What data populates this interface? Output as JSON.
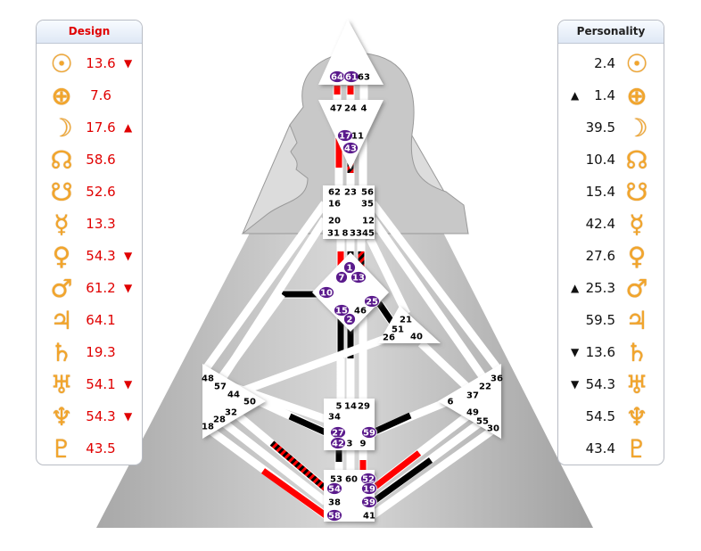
{
  "design": {
    "title": "Design",
    "rows": [
      {
        "planet": "sun",
        "glyph": "☉",
        "value": "13.6",
        "arrow": "▼"
      },
      {
        "planet": "earth",
        "glyph": "⊕",
        "value": "7.6",
        "arrow": ""
      },
      {
        "planet": "moon",
        "glyph": "☽",
        "value": "17.6",
        "arrow": "▲"
      },
      {
        "planet": "north-node",
        "glyph": "☊",
        "value": "58.6",
        "arrow": ""
      },
      {
        "planet": "south-node",
        "glyph": "☋",
        "value": "52.6",
        "arrow": ""
      },
      {
        "planet": "mercury",
        "glyph": "☿",
        "value": "13.3",
        "arrow": ""
      },
      {
        "planet": "venus",
        "glyph": "♀",
        "value": "54.3",
        "arrow": "▼"
      },
      {
        "planet": "mars",
        "glyph": "♂",
        "value": "61.2",
        "arrow": "▼"
      },
      {
        "planet": "jupiter",
        "glyph": "♃",
        "value": "64.1",
        "arrow": ""
      },
      {
        "planet": "saturn",
        "glyph": "♄",
        "value": "19.3",
        "arrow": ""
      },
      {
        "planet": "uranus",
        "glyph": "♅",
        "value": "54.1",
        "arrow": "▼"
      },
      {
        "planet": "neptune",
        "glyph": "♆",
        "value": "54.3",
        "arrow": "▼"
      },
      {
        "planet": "pluto",
        "glyph": "♇",
        "value": "43.5",
        "arrow": ""
      }
    ]
  },
  "personality": {
    "title": "Personality",
    "rows": [
      {
        "planet": "sun",
        "glyph": "☉",
        "value": "2.4",
        "arrow": ""
      },
      {
        "planet": "earth",
        "glyph": "⊕",
        "value": "1.4",
        "arrow": "▲"
      },
      {
        "planet": "moon",
        "glyph": "☽",
        "value": "39.5",
        "arrow": ""
      },
      {
        "planet": "north-node",
        "glyph": "☊",
        "value": "10.4",
        "arrow": ""
      },
      {
        "planet": "south-node",
        "glyph": "☋",
        "value": "15.4",
        "arrow": ""
      },
      {
        "planet": "mercury",
        "glyph": "☿",
        "value": "42.4",
        "arrow": ""
      },
      {
        "planet": "venus",
        "glyph": "♀",
        "value": "27.6",
        "arrow": ""
      },
      {
        "planet": "mars",
        "glyph": "♂",
        "value": "25.3",
        "arrow": "▲"
      },
      {
        "planet": "jupiter",
        "glyph": "♃",
        "value": "59.5",
        "arrow": ""
      },
      {
        "planet": "saturn",
        "glyph": "♄",
        "value": "13.6",
        "arrow": "▼"
      },
      {
        "planet": "uranus",
        "glyph": "♅",
        "value": "54.3",
        "arrow": "▼"
      },
      {
        "planet": "neptune",
        "glyph": "♆",
        "value": "54.5",
        "arrow": ""
      },
      {
        "planet": "pluto",
        "glyph": "♇",
        "value": "43.4",
        "arrow": ""
      }
    ]
  },
  "colors": {
    "design": "#ff0000",
    "personality": "#000000",
    "gate_active": "#5a1a8c",
    "center_fill": "#ffffff"
  },
  "gates": [
    {
      "n": "64",
      "active": true
    },
    {
      "n": "61",
      "active": true
    },
    {
      "n": "63",
      "active": false
    },
    {
      "n": "47",
      "active": false
    },
    {
      "n": "24",
      "active": false
    },
    {
      "n": "4",
      "active": false
    },
    {
      "n": "17",
      "active": true
    },
    {
      "n": "11",
      "active": false
    },
    {
      "n": "43",
      "active": true
    },
    {
      "n": "62",
      "active": false
    },
    {
      "n": "23",
      "active": false
    },
    {
      "n": "56",
      "active": false
    },
    {
      "n": "16",
      "active": false
    },
    {
      "n": "35",
      "active": false
    },
    {
      "n": "20",
      "active": false
    },
    {
      "n": "12",
      "active": false
    },
    {
      "n": "31",
      "active": false
    },
    {
      "n": "8",
      "active": false
    },
    {
      "n": "33",
      "active": false
    },
    {
      "n": "45",
      "active": false
    },
    {
      "n": "1",
      "active": true
    },
    {
      "n": "7",
      "active": true
    },
    {
      "n": "13",
      "active": true
    },
    {
      "n": "10",
      "active": true
    },
    {
      "n": "25",
      "active": true
    },
    {
      "n": "15",
      "active": true
    },
    {
      "n": "46",
      "active": false
    },
    {
      "n": "2",
      "active": true
    },
    {
      "n": "21",
      "active": false
    },
    {
      "n": "51",
      "active": false
    },
    {
      "n": "26",
      "active": false
    },
    {
      "n": "40",
      "active": false
    },
    {
      "n": "48",
      "active": false
    },
    {
      "n": "57",
      "active": false
    },
    {
      "n": "44",
      "active": false
    },
    {
      "n": "50",
      "active": false
    },
    {
      "n": "32",
      "active": false
    },
    {
      "n": "28",
      "active": false
    },
    {
      "n": "18",
      "active": false
    },
    {
      "n": "36",
      "active": false
    },
    {
      "n": "22",
      "active": false
    },
    {
      "n": "37",
      "active": false
    },
    {
      "n": "6",
      "active": false
    },
    {
      "n": "49",
      "active": false
    },
    {
      "n": "55",
      "active": false
    },
    {
      "n": "30",
      "active": false
    },
    {
      "n": "5",
      "active": false
    },
    {
      "n": "14",
      "active": false
    },
    {
      "n": "29",
      "active": false
    },
    {
      "n": "34",
      "active": false
    },
    {
      "n": "27",
      "active": true
    },
    {
      "n": "59",
      "active": true
    },
    {
      "n": "42",
      "active": true
    },
    {
      "n": "3",
      "active": false
    },
    {
      "n": "9",
      "active": false
    },
    {
      "n": "53",
      "active": false
    },
    {
      "n": "60",
      "active": false
    },
    {
      "n": "52",
      "active": true
    },
    {
      "n": "54",
      "active": true
    },
    {
      "n": "19",
      "active": true
    },
    {
      "n": "38",
      "active": false
    },
    {
      "n": "39",
      "active": true
    },
    {
      "n": "58",
      "active": true
    },
    {
      "n": "41",
      "active": false
    }
  ],
  "channel_activations": [
    {
      "gate": "64",
      "activation": "design"
    },
    {
      "gate": "61",
      "activation": "design"
    },
    {
      "gate": "17",
      "activation": "design"
    },
    {
      "gate": "43",
      "activation": "both"
    },
    {
      "gate": "7",
      "activation": "design"
    },
    {
      "gate": "1",
      "activation": "personality"
    },
    {
      "gate": "13",
      "activation": "both"
    },
    {
      "gate": "10",
      "activation": "personality"
    },
    {
      "gate": "25",
      "activation": "personality"
    },
    {
      "gate": "15",
      "activation": "personality"
    },
    {
      "gate": "2",
      "activation": "personality"
    },
    {
      "gate": "27",
      "activation": "personality"
    },
    {
      "gate": "59",
      "activation": "personality"
    },
    {
      "gate": "42",
      "activation": "personality"
    },
    {
      "gate": "52",
      "activation": "design"
    },
    {
      "gate": "54",
      "activation": "both"
    },
    {
      "gate": "58",
      "activation": "design"
    },
    {
      "gate": "19",
      "activation": "design"
    },
    {
      "gate": "39",
      "activation": "personality"
    }
  ]
}
